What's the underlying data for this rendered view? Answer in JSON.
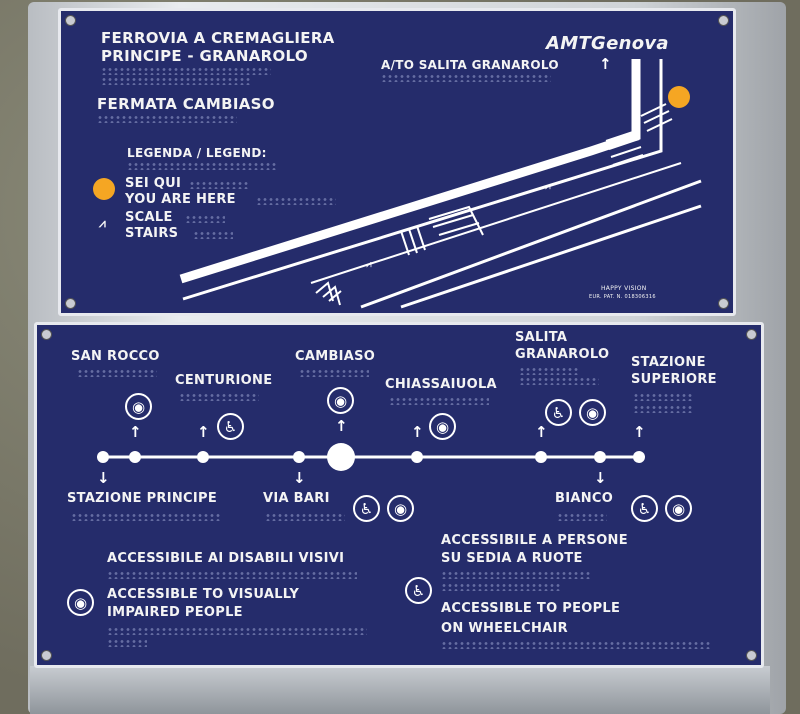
{
  "top_plate": {
    "title_line1": "FERROVIA A CREMAGLIERA",
    "title_line2": "PRINCIPE - GRANAROLO",
    "brand": "AMTGenova",
    "direction": "A/TO SALITA GRANAROLO",
    "stop_name": "FERMATA CAMBIASO",
    "legend_title": "LEGENDA / LEGEND:",
    "you_are_here_it": "SEI QUI",
    "you_are_here_en": "YOU ARE HERE",
    "stairs_it": "SCALE",
    "stairs_en": "STAIRS",
    "maker": "HAPPY VISION",
    "patent": "EUR. PAT. N. 018306316"
  },
  "bottom_plate": {
    "stops_above": [
      "SAN ROCCO",
      "CENTURIONE",
      "CAMBIASO",
      "CHIASSAIUOLA",
      "SALITA",
      "GRANAROLO",
      "STAZIONE",
      "SUPERIORE"
    ],
    "stops_below": [
      "STAZIONE PRINCIPE",
      "VIA BARI",
      "BIANCO"
    ],
    "legend_visual_it": "ACCESSIBILE AI DISABILI VISIVI",
    "legend_visual_en1": "ACCESSIBLE TO VISUALLY",
    "legend_visual_en2": "IMPAIRED PEOPLE",
    "legend_wheel_it1": "ACCESSIBILE A PERSONE",
    "legend_wheel_it2": "SU SEDIA A RUOTE",
    "legend_wheel_en1": "ACCESSIBLE TO PEOPLE",
    "legend_wheel_en2": "ON WHEELCHAIR"
  },
  "icons": [
    "eye-icon",
    "wheelchair-icon",
    "stairs-icon",
    "up-arrow-icon",
    "down-arrow-icon"
  ],
  "colors": {
    "plate": "#252c6b",
    "marker": "#f5a623",
    "line": "#ffffff"
  }
}
